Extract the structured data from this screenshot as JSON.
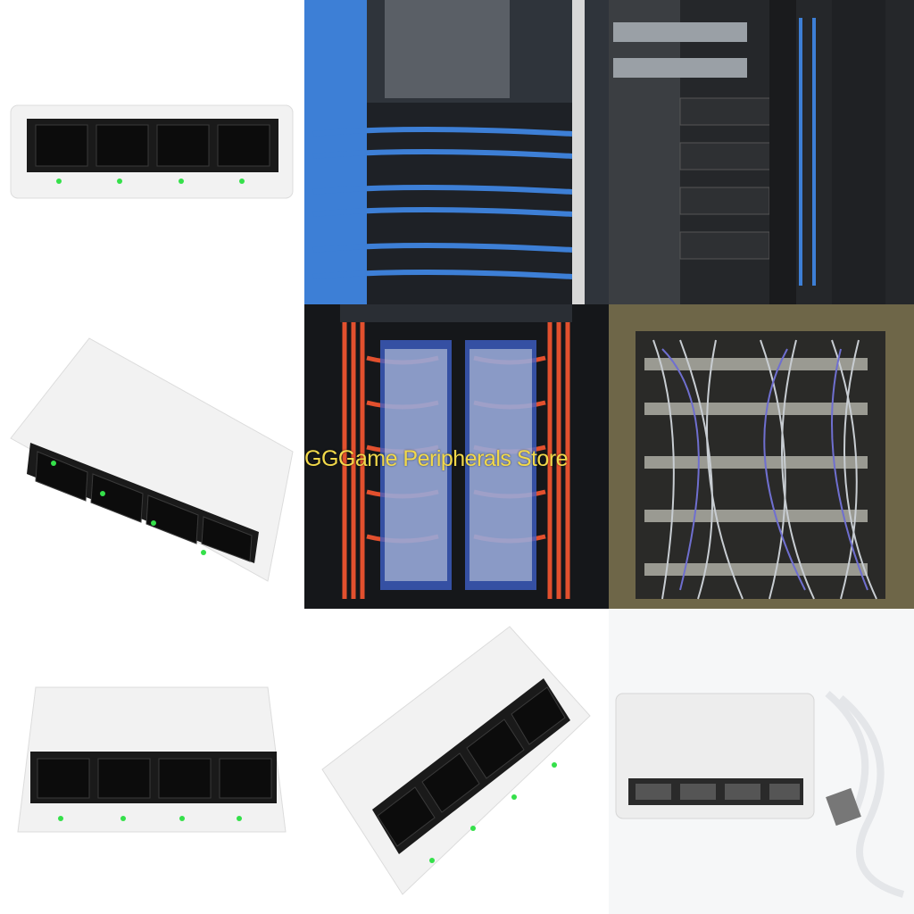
{
  "watermark": {
    "text": "GGGame Peripherals Store"
  },
  "colors": {
    "device_body": "#f2f2f2",
    "port_face": "#1a1a1a",
    "led": "#35e04a",
    "blue_cable": "#3d7fd6",
    "red_cable": "#e2502e",
    "grey_cable": "#c8cdd2"
  },
  "panels": [
    {
      "name": "switch-front-view"
    },
    {
      "name": "rack-blue-cables"
    },
    {
      "name": "rack-mounted-switches"
    },
    {
      "name": "switch-angled-view"
    },
    {
      "name": "rack-red-cables"
    },
    {
      "name": "rack-tangled-cables"
    },
    {
      "name": "switch-perspective-view"
    },
    {
      "name": "switch-rotated-view"
    },
    {
      "name": "switch-with-cable-photo"
    }
  ]
}
